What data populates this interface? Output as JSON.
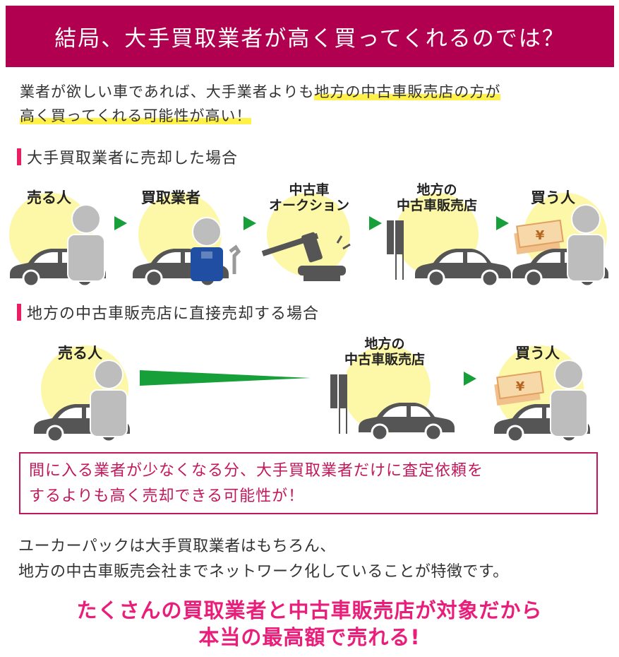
{
  "header": {
    "title": "結局、大手買取業者が高く買ってくれるのでは？"
  },
  "intro": {
    "line1_plain": "業者が欲しい車であれば、大手業者よりも",
    "line1_highlight": "地方の中古車販売店の方が",
    "line2_highlight": "高く買ってくれる可能性が高い！"
  },
  "section1": {
    "title": "大手買取業者に売却した場合",
    "steps": [
      {
        "label_lines": [
          "売る人"
        ]
      },
      {
        "label_lines": [
          "買取業者"
        ]
      },
      {
        "label_lines": [
          "中古車",
          "オークション"
        ]
      },
      {
        "label_lines": [
          "地方の",
          "中古車販売店"
        ]
      },
      {
        "label_lines": [
          "買う人"
        ]
      }
    ]
  },
  "section2": {
    "title": "地方の中古車販売店に直接売却する場合",
    "steps": [
      {
        "label_lines": [
          "売る人"
        ]
      },
      {
        "label_lines": [
          "地方の",
          "中古車販売店"
        ]
      },
      {
        "label_lines": [
          "買う人"
        ]
      }
    ]
  },
  "notice": {
    "line1": "間に入る業者が少なくなる分、大手買取業者だけに査定依頼を",
    "line2": "するよりも高く売却できる可能性が！"
  },
  "body_text": {
    "line1": "ユーカーパックは大手買取業者はもちろん、",
    "line2": "地方の中古車販売会社までネットワーク化していることが特徴です。"
  },
  "closing": {
    "line1": "たくさんの買取業者と中古車販売店が対象だから",
    "line2": "本当の最高額で売れる!"
  },
  "icons": {
    "yen_symbol": "¥",
    "colors": {
      "banner": "#b0004f",
      "circle": "#fdf8a8",
      "arrow": "#17a03a",
      "car": "#555555",
      "person": "#bdbdbd",
      "overalls": "#1f4ea3",
      "notice": "#c2185b",
      "closing": "#e91e7a",
      "highlight": "#fff14a"
    }
  }
}
